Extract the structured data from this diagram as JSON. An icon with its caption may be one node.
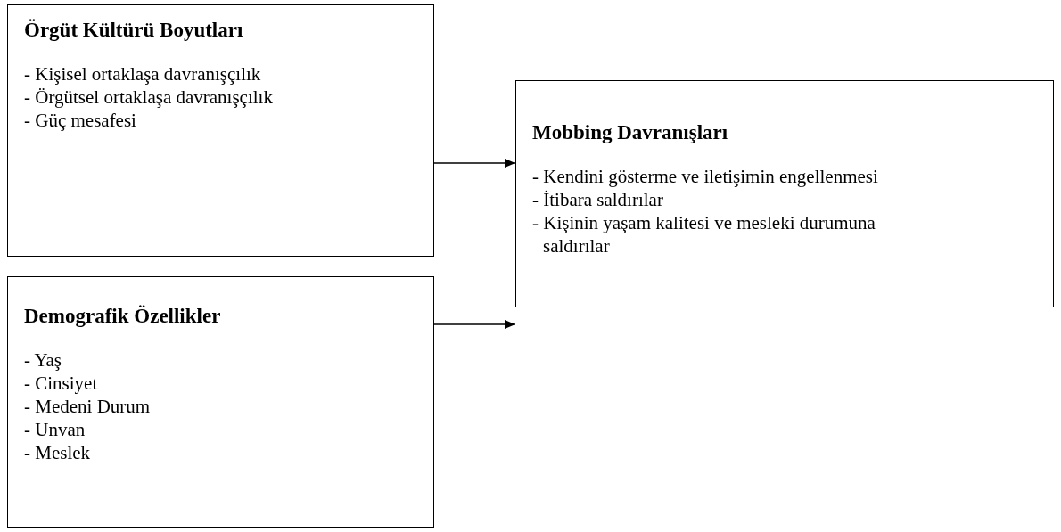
{
  "diagram": {
    "nodes": [
      {
        "text": [
          "Örgüt Kültürü Boyutları",
          "- Kişisel ortaklaşa davranışçılık",
          "- Örgütsel ortaklaşa davranışçılık",
          "- Güç mesafesi"
        ]
      },
      {
        "text": [
          "Demografik Özellikler",
          "- Yaş",
          "- Cinsiyet",
          "- Medeni Durum",
          "- Unvan",
          "- Meslek"
        ]
      },
      {
        "text": [
          "Mobbing Davranışları",
          "- Kendini gösterme ve iletişimin engellenmesi",
          "- İtibara saldırılar",
          "- Kişinin yaşam kalitesi ve mesleki durumuna saldırılar"
        ]
      }
    ],
    "edges": [
      {
        "from": 0,
        "to": 2,
        "arrow": "to"
      },
      {
        "from": 1,
        "to": 2,
        "arrow": "to"
      }
    ]
  }
}
